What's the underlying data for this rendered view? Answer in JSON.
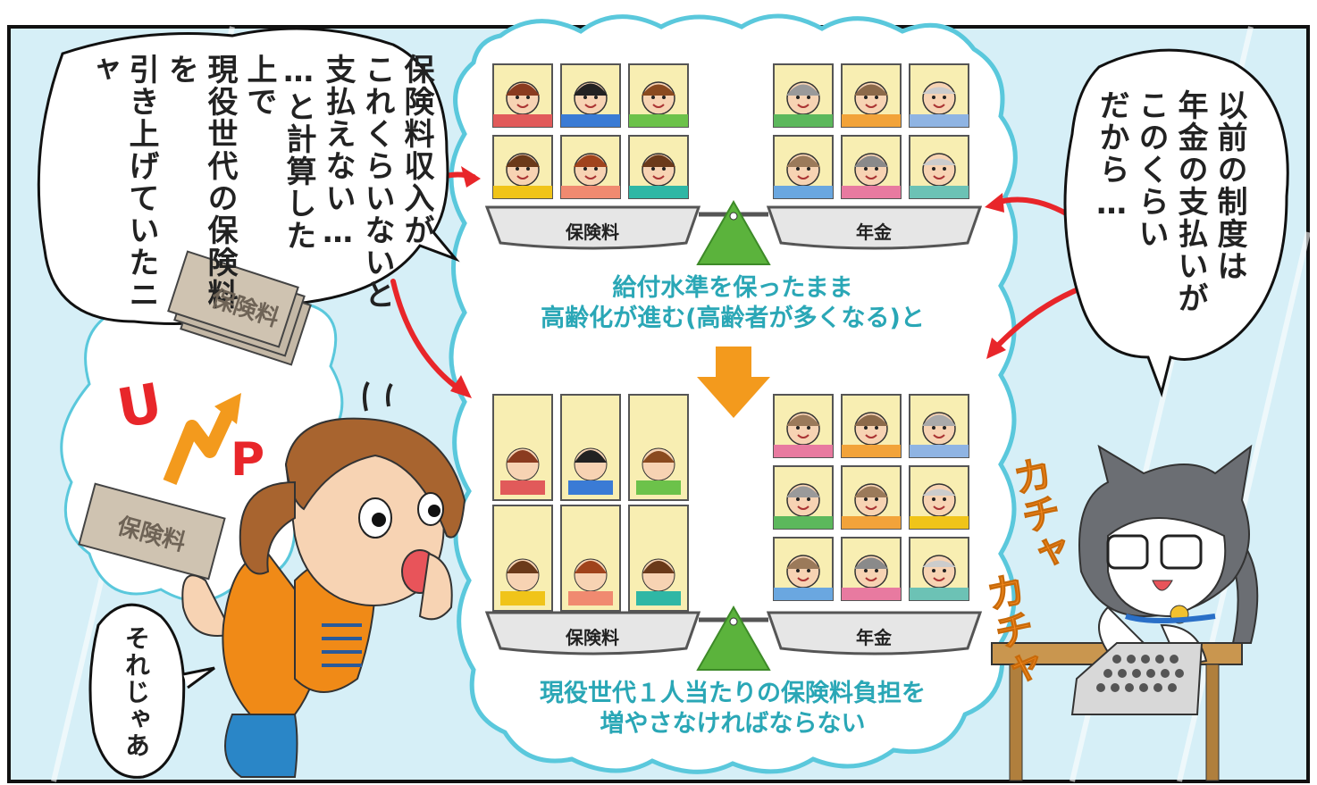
{
  "left_bubble": {
    "columns": [
      "保険料収入が",
      "これくらいないと",
      "支払えない…",
      "…と計算した",
      "上で",
      "現役世代の保険料を",
      "引き上げていたニャ"
    ]
  },
  "right_bubble": {
    "columns": [
      "以前の制度は",
      "年金の支払いが",
      "このくらい",
      "だから…"
    ]
  },
  "bottom_bubble": {
    "text": "それじゃあ"
  },
  "paper_label": "保険料",
  "up_letters": [
    "U",
    "P"
  ],
  "scale_labels": {
    "left": "保険料",
    "right": "年金"
  },
  "caption_top": [
    "給付水準を保ったまま",
    "高齢化が進む(高齢者が多くなる)と"
  ],
  "caption_bottom": [
    "現役世代１人当たりの保険料負担を",
    "増やさなければならない"
  ],
  "sfx": [
    "カチャ",
    "カチャ"
  ],
  "colors": {
    "sky": "#d6eff7",
    "cloud_border": "#5ac8dc",
    "caption": "#2aa7b6",
    "arrow_red": "#e8262a",
    "down_arrow": "#f39a1d",
    "fulcrum": "#5bb33c",
    "card_yellow": "#f8eeb2",
    "hoodie": "#f08a17",
    "cat_gray": "#6b6e73",
    "table": "#c9964f"
  },
  "icons": [
    "speech-bubble-icon",
    "balance-scale-icon",
    "down-arrow-icon",
    "up-zigzag-arrow-icon",
    "calculator-icon",
    "cat-icon",
    "woman-icon",
    "person-face-icon"
  ]
}
